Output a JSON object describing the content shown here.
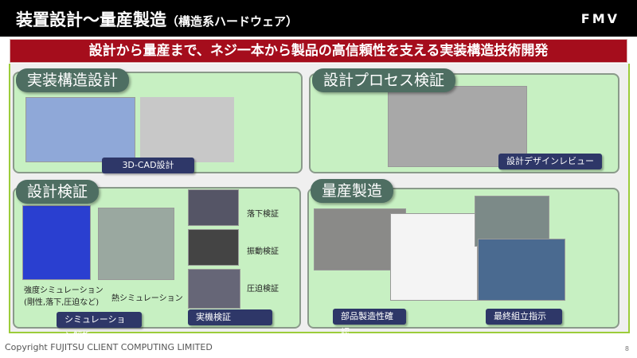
{
  "header": {
    "title": "装置設計～量産製造",
    "subtitle": "（構造系ハードウェア）",
    "logo": "FMV"
  },
  "banner": "設計から量産まで、ネジ一本から製品の高信頼性を支える実装構造技術開発",
  "panels": {
    "cad": {
      "tab": "実装構造設計",
      "label": "3D-CAD設計"
    },
    "process": {
      "tab": "設計プロセス検証",
      "label": "設計デザインレビュー"
    },
    "verify": {
      "tab": "設計検証",
      "strength": "強度シミュレーション",
      "strength_sub": "(剛性,落下,圧迫など)",
      "thermal": "熱シミュレーション",
      "drop": "落下検証",
      "vibration": "振動検証",
      "pressure": "圧迫検証",
      "sim_label": "シミュレーション解析",
      "real_label": "実機検証"
    },
    "production": {
      "tab": "量産製造",
      "parts_label": "部品製造性確認",
      "assembly_label": "最終組立指示"
    }
  },
  "footer": {
    "copyright": "Copyright FUJITSU CLIENT COMPUTING LIMITED",
    "page": "8"
  }
}
